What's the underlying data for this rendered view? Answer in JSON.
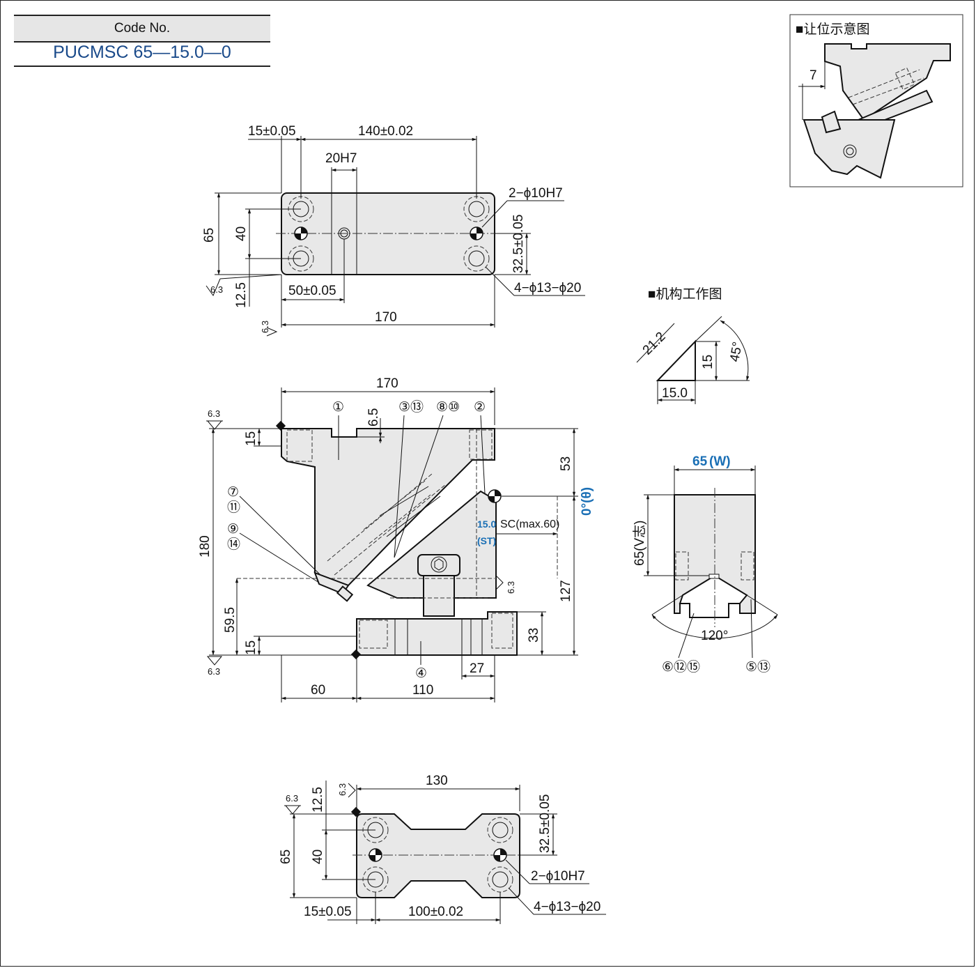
{
  "header": {
    "label": "Code No.",
    "value": "PUCMSC 65—15.0—0"
  },
  "insets": {
    "clearance_title": "■让位示意图",
    "clearance_dim": "7",
    "mechanism_title": "■机构工作图",
    "mechanism_dims": {
      "hyp": "21.2",
      "height": "15",
      "base": "15.0",
      "angle": "45°"
    }
  },
  "top_view": {
    "d_15": "15±0.05",
    "d_140": "140±0.02",
    "d_20h7": "20H7",
    "d_65": "65",
    "d_40": "40",
    "d_12_5": "12.5",
    "d_50": "50±0.05",
    "d_170": "170",
    "d_32_5": "32.5±0.05",
    "note_pin": "2−ϕ10H7",
    "note_holes": "4−ϕ13−ϕ20",
    "roughness": "6.3"
  },
  "front_view": {
    "d_170": "170",
    "d_6_5": "6.5",
    "d_15_top": "15",
    "d_180": "180",
    "d_53": "53",
    "angle": "0°(θ)",
    "stroke": "15.0",
    "stroke_label": "(ST)",
    "sc": "SC(max.60)",
    "d_127": "127",
    "d_59_5": "59.5",
    "d_15_bot": "15",
    "d_33": "33",
    "d_27": "27",
    "d_60": "60",
    "d_110": "110",
    "roughness": "6.3",
    "balloons": [
      "①",
      "③⑬",
      "⑧⑩",
      "②",
      "⑦",
      "⑪",
      "⑨",
      "⑭",
      "④"
    ]
  },
  "side_view": {
    "width": "65",
    "width_label": "(W)",
    "height": "65(V志)",
    "angle": "120°",
    "balloons_left": "⑥⑫⑮",
    "balloons_right": "⑤⑬"
  },
  "bottom_view": {
    "d_130": "130",
    "d_12_5": "12.5",
    "d_65": "65",
    "d_40": "40",
    "d_15": "15±0.05",
    "d_100": "100±0.02",
    "d_32_5": "32.5±0.05",
    "note_pin": "2−ϕ10H7",
    "note_holes": "4−ϕ13−ϕ20",
    "roughness": "6.3"
  }
}
